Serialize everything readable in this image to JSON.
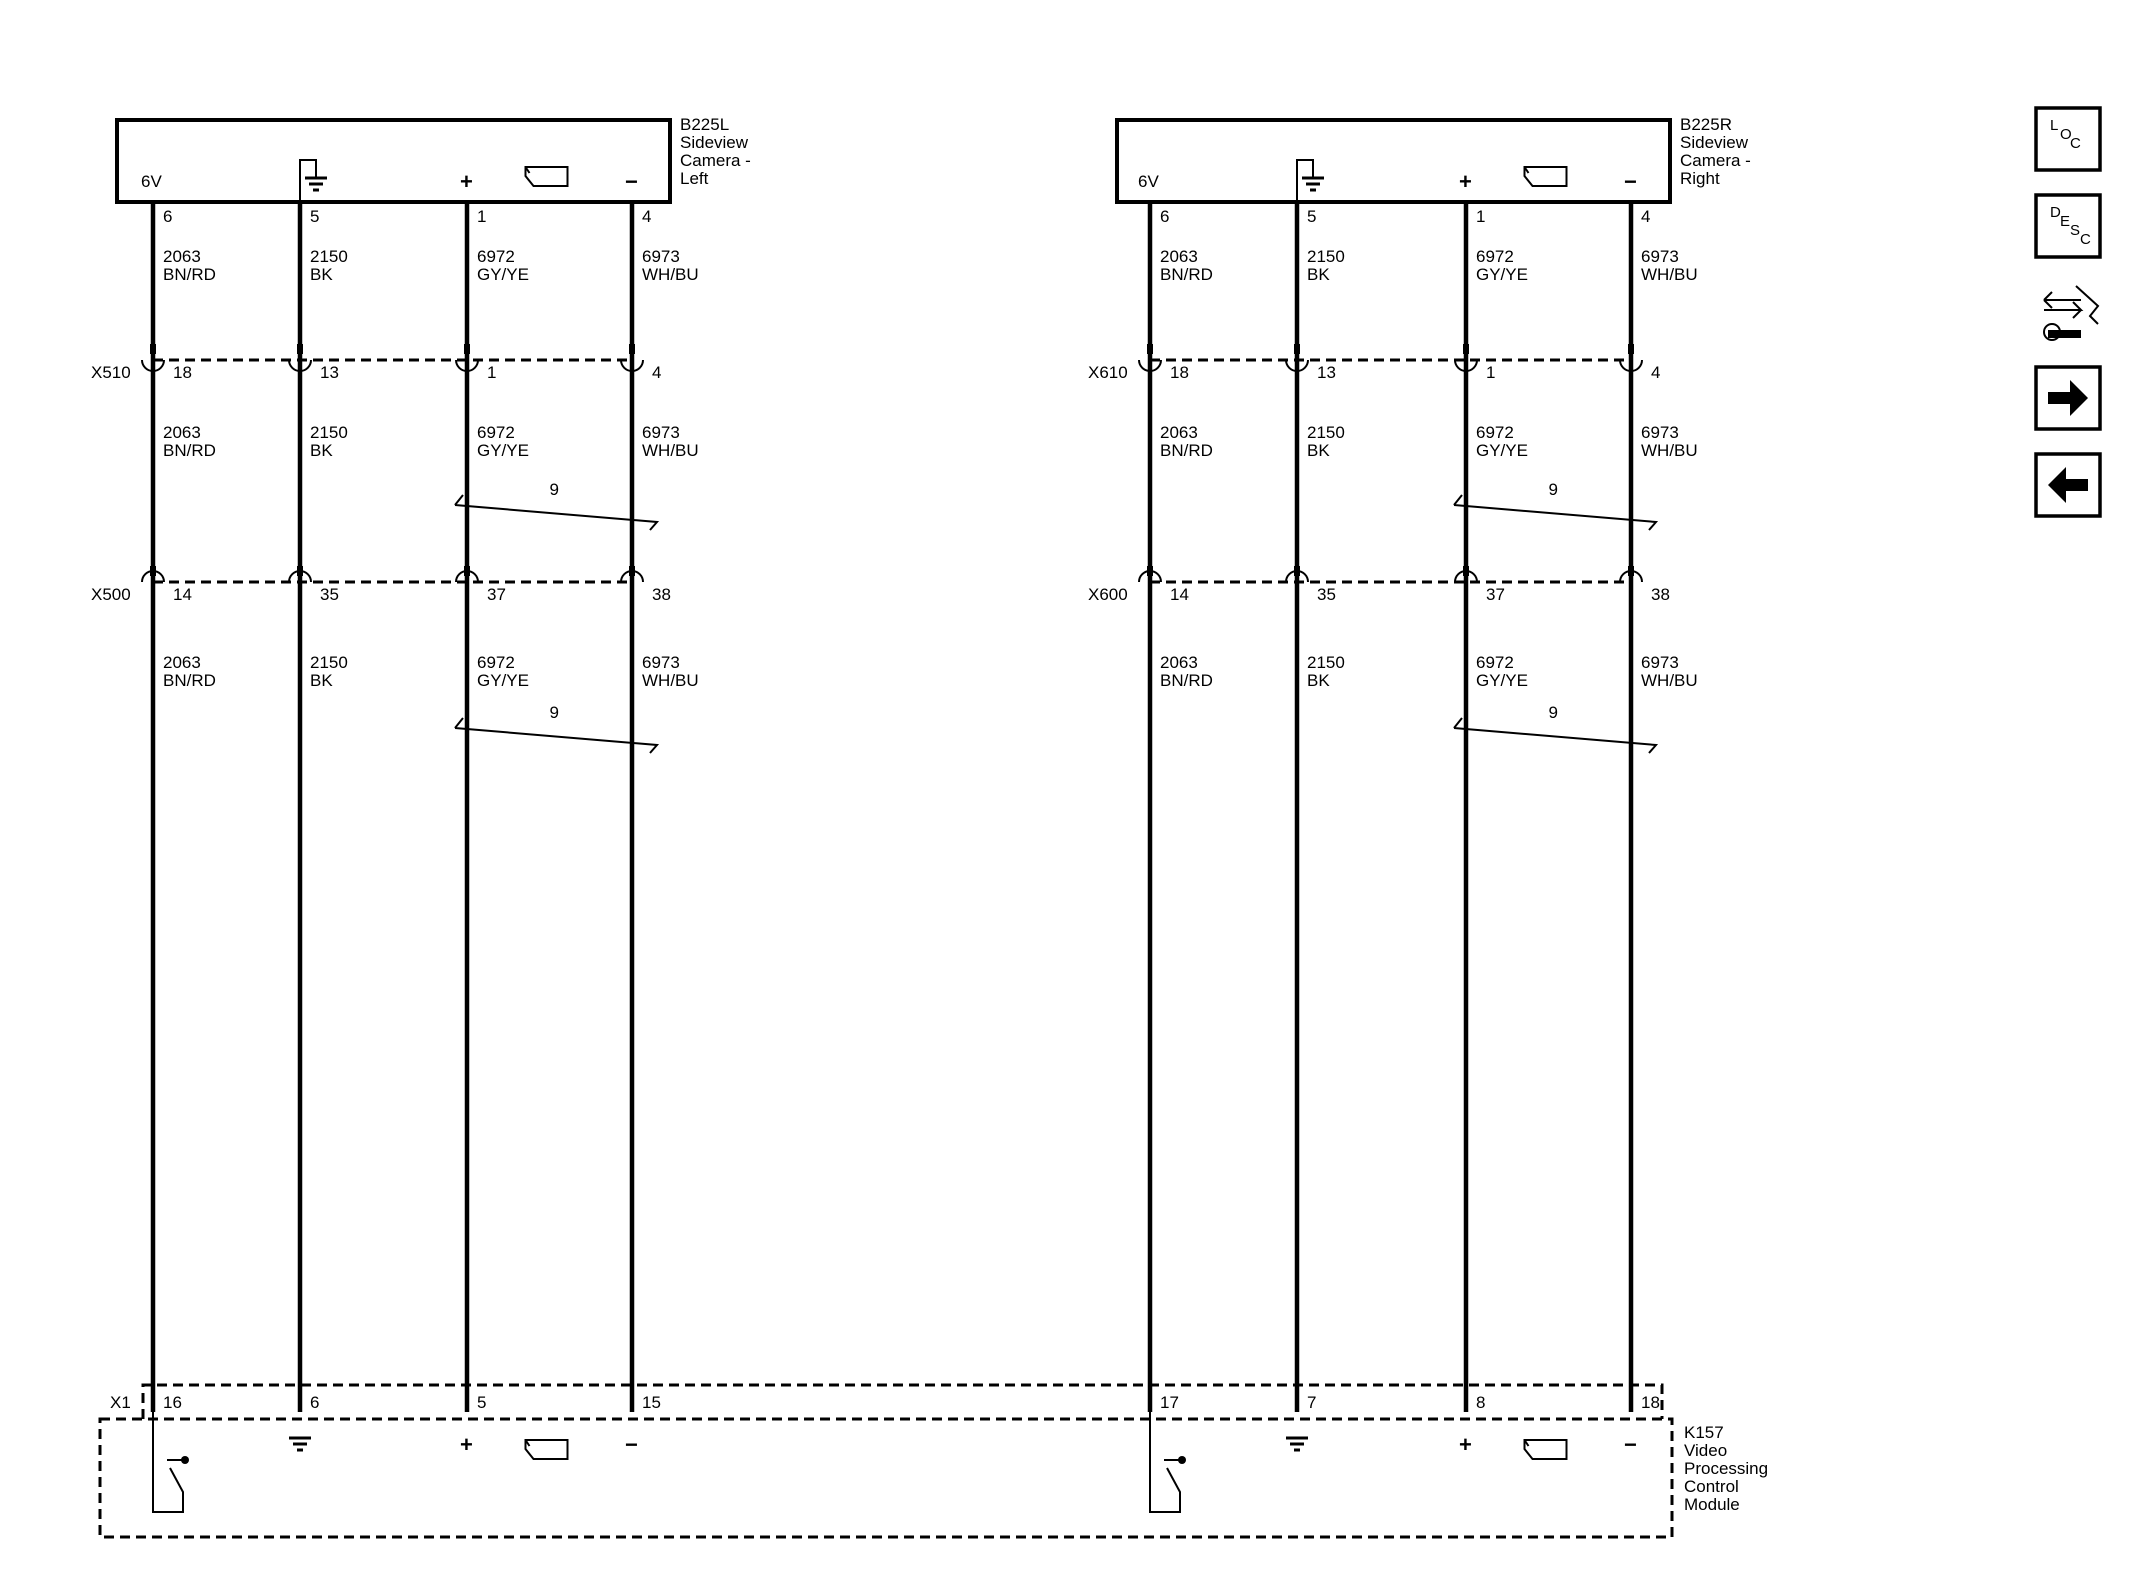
{
  "components": {
    "left_camera": {
      "id": "B225L",
      "name_lines": [
        "Sideview",
        "Camera -",
        "Left"
      ],
      "supply_label": "6V",
      "pins": [
        "6",
        "5",
        "1",
        "4"
      ]
    },
    "right_camera": {
      "id": "B225R",
      "name_lines": [
        "Sideview",
        "Camera -",
        "Right"
      ],
      "supply_label": "6V",
      "pins": [
        "6",
        "5",
        "1",
        "4"
      ]
    },
    "vpcm": {
      "id": "K157",
      "name_lines": [
        "Video",
        "Processing",
        "Control",
        "Module"
      ],
      "connector": "X1",
      "left_pins": [
        "16",
        "6",
        "5",
        "15"
      ],
      "right_pins": [
        "17",
        "7",
        "8",
        "18"
      ]
    }
  },
  "connectors": {
    "left": [
      {
        "id": "X510",
        "pins": [
          "18",
          "13",
          "1",
          "4"
        ]
      },
      {
        "id": "X500",
        "pins": [
          "14",
          "35",
          "37",
          "38"
        ]
      }
    ],
    "right": [
      {
        "id": "X610",
        "pins": [
          "18",
          "13",
          "1",
          "4"
        ]
      },
      {
        "id": "X600",
        "pins": [
          "14",
          "35",
          "37",
          "38"
        ]
      }
    ]
  },
  "wires": [
    {
      "circuit": "2063",
      "color": "BN/RD"
    },
    {
      "circuit": "2150",
      "color": "BK"
    },
    {
      "circuit": "6972",
      "color": "GY/YE"
    },
    {
      "circuit": "6973",
      "color": "WH/BU"
    }
  ],
  "twist_label": "9",
  "symbols": {
    "plus": "+",
    "minus": "−"
  },
  "nav": [
    {
      "name": "loc-button",
      "letters": [
        "L",
        "O",
        "C"
      ]
    },
    {
      "name": "desc-button",
      "letters": [
        "D",
        "E",
        "S",
        "C"
      ]
    },
    {
      "name": "harness-routing-icon"
    },
    {
      "name": "next-arrow-icon"
    },
    {
      "name": "previous-arrow-icon"
    }
  ]
}
